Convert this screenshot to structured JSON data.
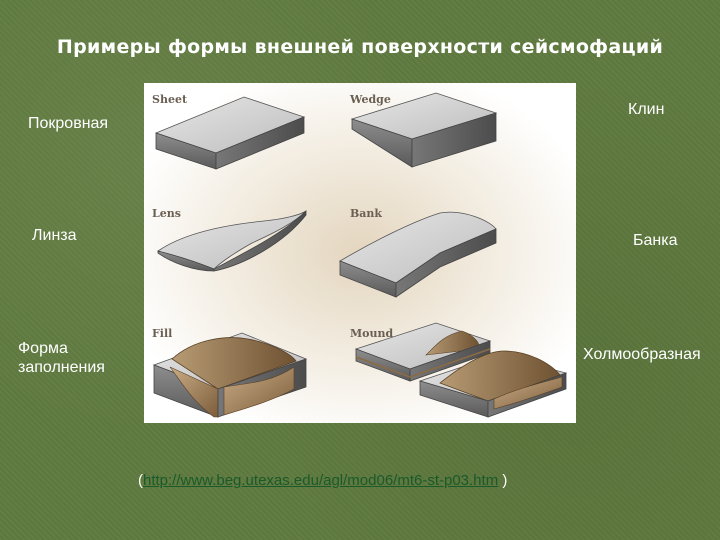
{
  "slide": {
    "title": "Примеры формы внешней поверхности сейсмофаций"
  },
  "labels": {
    "sheet_ru": "Покровная",
    "wedge_ru": "Клин",
    "lens_ru": "Линза",
    "bank_ru": "Банка",
    "fill_ru_line1": "Форма",
    "fill_ru_line2": "заполнения",
    "mound_ru": "Холмообразная"
  },
  "figure": {
    "sheet": "Sheet",
    "wedge": "Wedge",
    "lens": "Lens",
    "bank": "Bank",
    "fill": "Fill",
    "mound": "Mound"
  },
  "source": {
    "open": "(",
    "link": "http://www.beg.utexas.edu/agl/mod06/mt6-st-p03.htm",
    "close": " )"
  }
}
